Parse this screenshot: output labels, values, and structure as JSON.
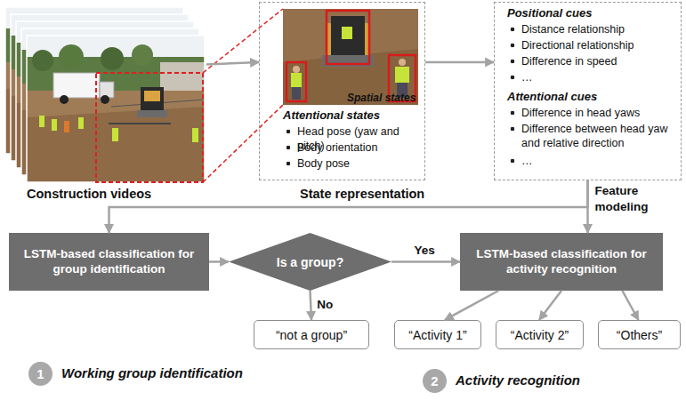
{
  "diagram": {
    "nodes": [
      {
        "text": [
          "Construction videos"
        ]
      },
      {
        "text": [
          "Spatial states",
          "Attentional states",
          "Head pose (yaw and pitch)",
          "Body orientation",
          "Body pose",
          "State representation"
        ]
      },
      {
        "text": [
          "Positional cues",
          "Distance relationship",
          "Directional relationship",
          "Difference in speed",
          "…",
          "Attentional cues",
          "Difference in head yaws",
          "Difference between head yaw and relative direction",
          "…"
        ]
      },
      {
        "text": [
          "LSTM-based classification for group identification"
        ]
      },
      {
        "text": [
          "Is a group?"
        ]
      },
      {
        "text": [
          "LSTM-based classification for activity recognition"
        ]
      },
      {
        "text": [
          "“not a group”"
        ]
      },
      {
        "text": [
          "“Activity 1”"
        ]
      },
      {
        "text": [
          "“Activity 2”"
        ]
      },
      {
        "text": [
          "“Others”"
        ]
      },
      {
        "text": [
          "1",
          "Working group identification"
        ]
      },
      {
        "text": [
          "2",
          "Activity recognition"
        ]
      }
    ],
    "edges": [
      {
        "from": 0,
        "to": 1,
        "arrow": "to"
      },
      {
        "from": 1,
        "to": 2,
        "arrow": "to"
      },
      {
        "from": 2,
        "to": 3,
        "arrow": "to"
      },
      {
        "from": 2,
        "to": 5,
        "arrow": "to",
        "label": "Feature modeling"
      },
      {
        "from": 3,
        "to": 4,
        "arrow": "to"
      },
      {
        "from": 4,
        "to": 5,
        "arrow": "to",
        "label": "Yes"
      },
      {
        "from": 4,
        "to": 6,
        "arrow": "to",
        "label": "No"
      },
      {
        "from": 5,
        "to": 7,
        "arrow": "to"
      },
      {
        "from": 5,
        "to": 8,
        "arrow": "to"
      },
      {
        "from": 5,
        "to": 9,
        "arrow": "to"
      }
    ]
  }
}
